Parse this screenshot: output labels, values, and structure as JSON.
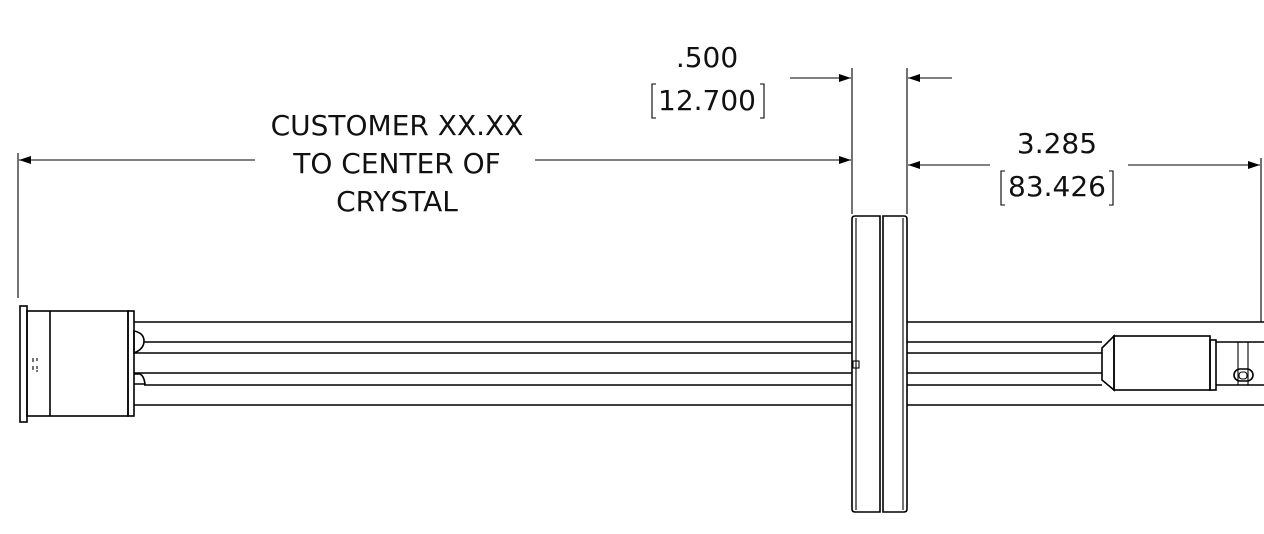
{
  "drawing": {
    "left_dimension": {
      "lines": [
        "CUSTOMER XX.XX",
        "TO CENTER OF",
        "CRYSTAL"
      ]
    },
    "flange_width_dimension": {
      "inch": ".500",
      "mm": "12.700"
    },
    "right_dimension": {
      "inch": "3.285",
      "mm": "83.426"
    },
    "line_color": "#000000",
    "background": "#ffffff"
  }
}
